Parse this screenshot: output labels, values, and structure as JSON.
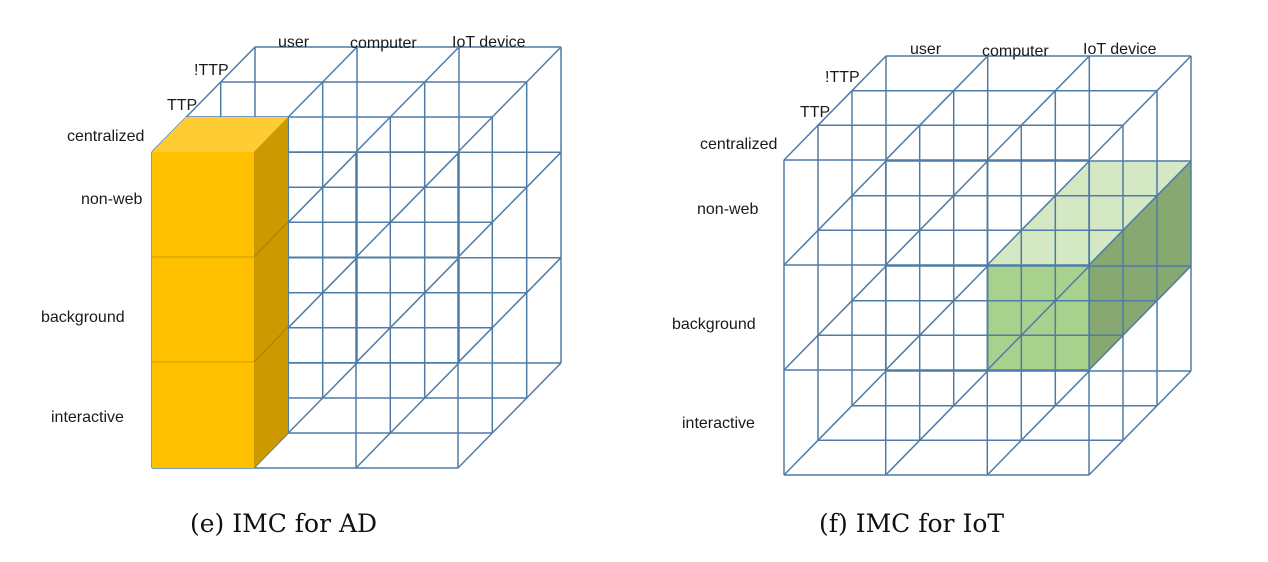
{
  "colors": {
    "grid": "#4f7ca6",
    "highlight_ad_front": "#ffc000",
    "highlight_ad_top": "#ffcc33",
    "highlight_ad_side": "#cc9a00",
    "highlight_iot_front": "#a9d18e",
    "highlight_iot_top": "#d4e8c4",
    "highlight_iot_side": "#87a870"
  },
  "figures": [
    {
      "id": "ad",
      "caption": "(e) IMC for AD",
      "columns": [
        "user",
        "computer",
        "IoT device"
      ],
      "depth": [
        "!TTP",
        "TTP",
        "centralized"
      ],
      "rows": [
        "non-web",
        "background",
        "interactive"
      ],
      "highlight": "column"
    },
    {
      "id": "iot",
      "caption": "(f) IMC for IoT",
      "columns": [
        "user",
        "computer",
        "IoT device"
      ],
      "depth": [
        "!TTP",
        "TTP",
        "centralized"
      ],
      "rows": [
        "non-web",
        "background",
        "interactive"
      ],
      "highlight": "block"
    }
  ]
}
